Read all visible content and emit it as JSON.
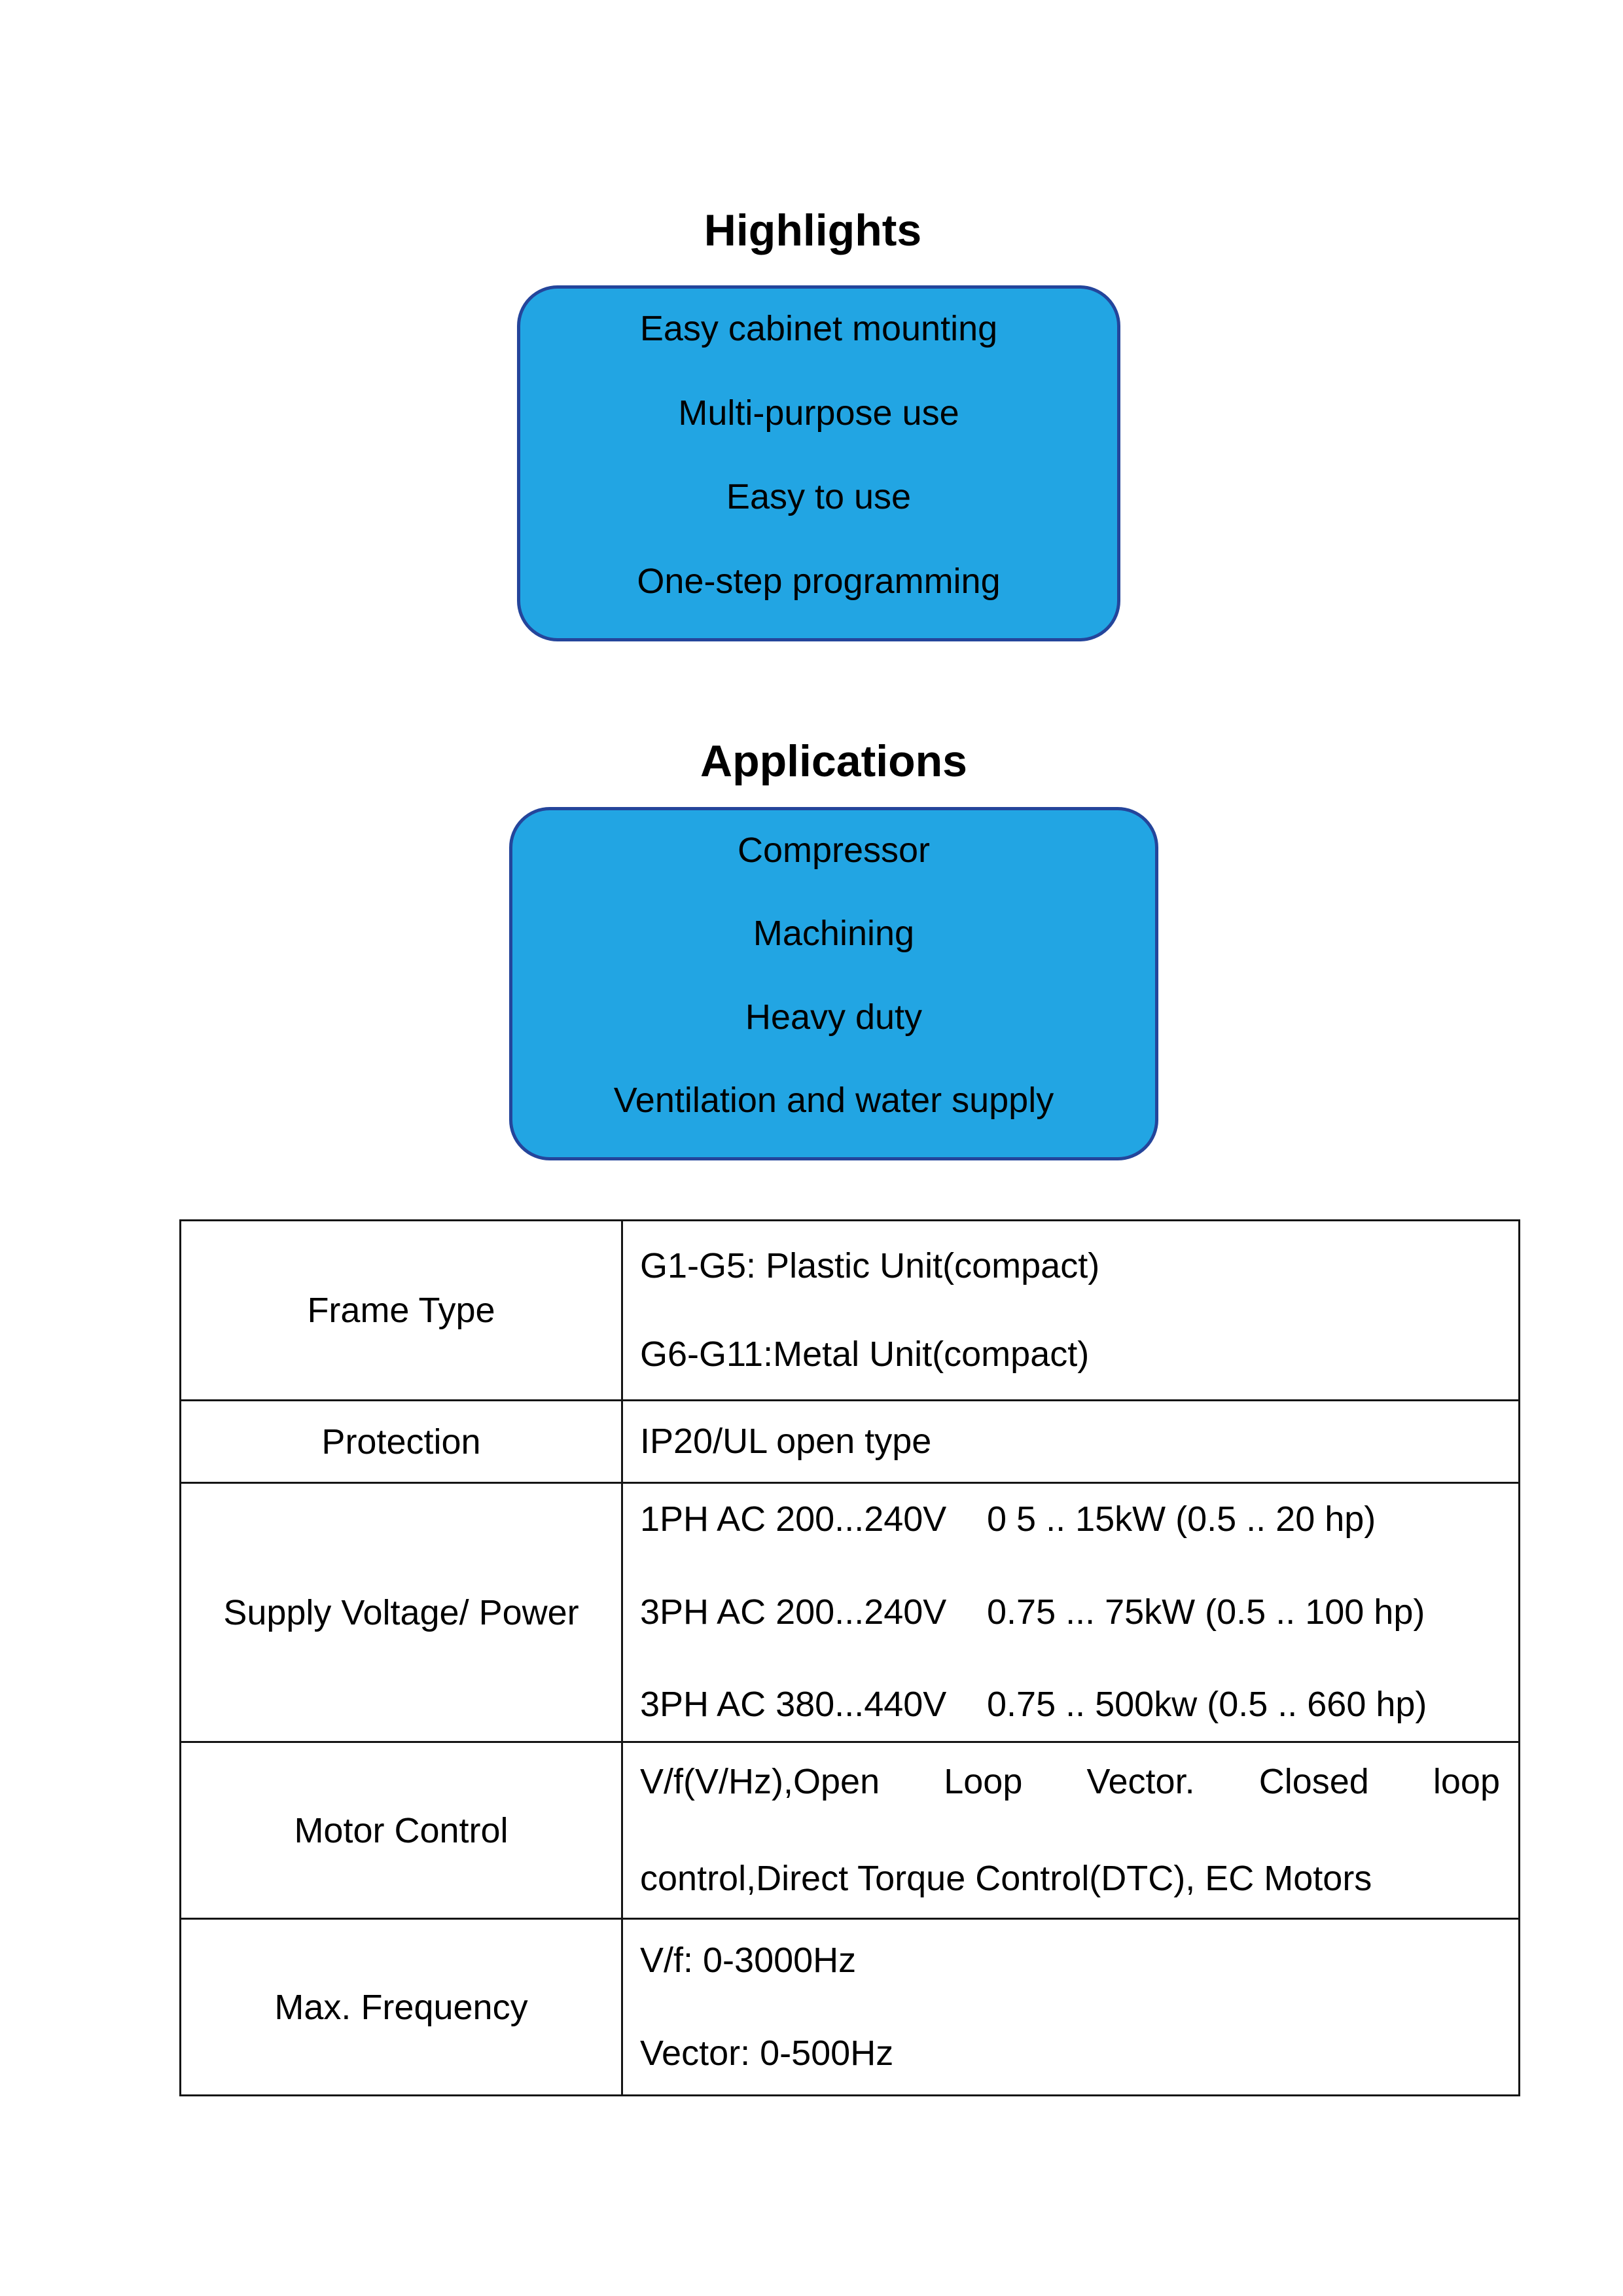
{
  "highlights": {
    "title": "Highlights",
    "items": [
      "Easy cabinet mounting",
      "Multi-purpose use",
      "Easy to use",
      "One-step programming"
    ]
  },
  "applications": {
    "title": "Applications",
    "items": [
      "Compressor",
      "Machining",
      "Heavy duty",
      "Ventilation and water supply"
    ]
  },
  "table": {
    "rows": [
      {
        "label": "Frame Type",
        "lines": [
          "G1-G5: Plastic Unit(compact)",
          "G6-G11:Metal Unit(compact)"
        ]
      },
      {
        "label": "Protection",
        "lines": [
          "IP20/UL open type"
        ]
      },
      {
        "label": "Supply Voltage/ Power",
        "entries": [
          {
            "voltage": "1PH AC 200...240V",
            "power": "0 5 .. 15kW (0.5 .. 20 hp)"
          },
          {
            "voltage": "3PH AC 200...240V",
            "power": "0.75 ... 75kW (0.5 .. 100 hp)"
          },
          {
            "voltage": "3PH AC 380...440V",
            "power": "0.75 .. 500kw (0.5 .. 660 hp)"
          }
        ]
      },
      {
        "label": "Motor Control",
        "line1_words": [
          "V/f(V/Hz),Open",
          "Loop",
          "Vector.",
          "Closed",
          "loop"
        ],
        "line2": "control,Direct Torque Control(DTC), EC Motors"
      },
      {
        "label": "Max. Frequency",
        "lines": [
          "V/f: 0-3000Hz",
          "Vector: 0-500Hz"
        ]
      }
    ]
  },
  "colors": {
    "box_fill": "#22A5E3",
    "box_border": "#24459B",
    "table_border": "#151515",
    "text": "#000000"
  }
}
